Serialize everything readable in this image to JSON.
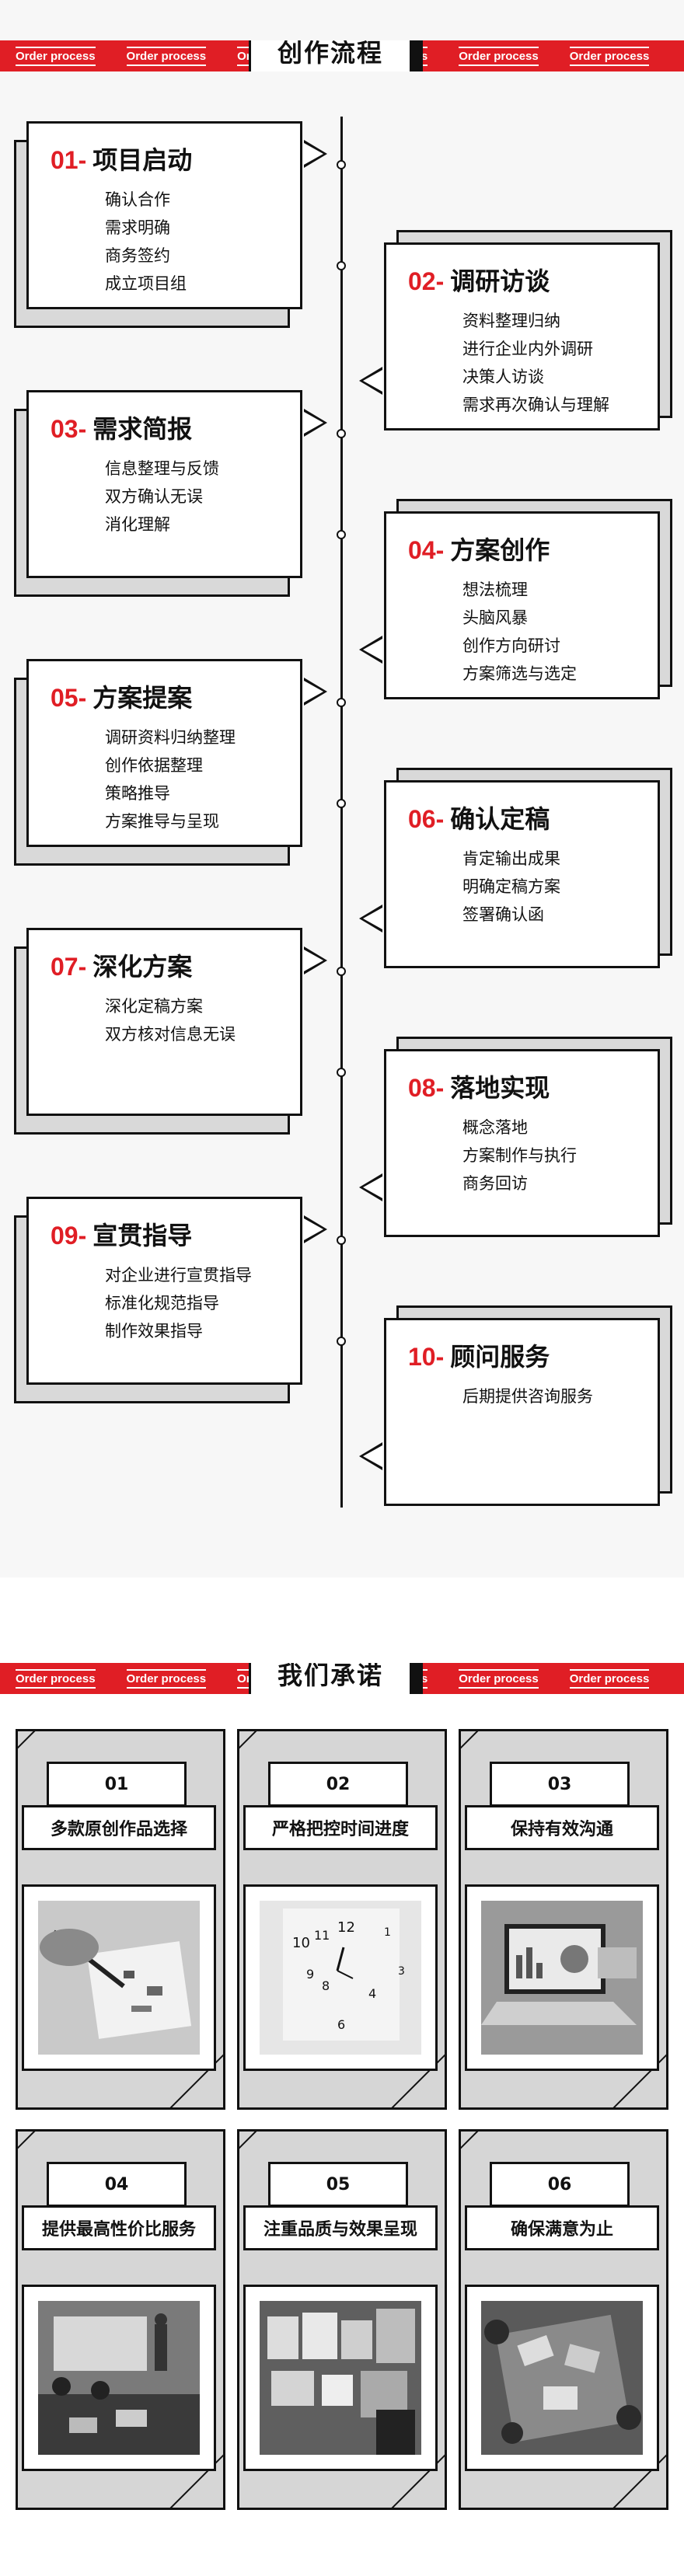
{
  "section1": {
    "banner_label": "Order process",
    "title": "创作流程",
    "steps": [
      {
        "num": "01-",
        "title": "项目启动",
        "items": [
          "确认合作",
          "需求明确",
          "商务签约",
          "成立项目组"
        ]
      },
      {
        "num": "02-",
        "title": "调研访谈",
        "items": [
          "资料整理归纳",
          "进行企业内外调研",
          "决策人访谈",
          "需求再次确认与理解"
        ]
      },
      {
        "num": "03-",
        "title": "需求简报",
        "items": [
          "信息整理与反馈",
          "双方确认无误",
          "消化理解"
        ]
      },
      {
        "num": "04-",
        "title": "方案创作",
        "items": [
          "想法梳理",
          "头脑风暴",
          "创作方向研讨",
          "方案筛选与选定"
        ]
      },
      {
        "num": "05-",
        "title": "方案提案",
        "items": [
          "调研资料归纳整理",
          "创作依据整理",
          "策略推导",
          "方案推导与呈现"
        ]
      },
      {
        "num": "06-",
        "title": "确认定稿",
        "items": [
          "肯定输出成果",
          "明确定稿方案",
          "签署确认函"
        ]
      },
      {
        "num": "07-",
        "title": "深化方案",
        "items": [
          "深化定稿方案",
          "双方核对信息无误"
        ]
      },
      {
        "num": "08-",
        "title": "落地实现",
        "items": [
          "概念落地",
          "方案制作与执行",
          "商务回访"
        ]
      },
      {
        "num": "09-",
        "title": "宣贯指导",
        "items": [
          "对企业进行宣贯指导",
          "标准化规范指导",
          "制作效果指导"
        ]
      },
      {
        "num": "10-",
        "title": "顾问服务",
        "items": [
          "后期提供咨询服务"
        ]
      }
    ]
  },
  "section2": {
    "banner_label": "Order process",
    "title": "我们承诺",
    "promises": [
      {
        "num": "01",
        "label": "多款原创作品选择",
        "photo": "hand-drawing-sketch-photo"
      },
      {
        "num": "02",
        "label": "严格把控时间进度",
        "photo": "wall-clock-photo"
      },
      {
        "num": "03",
        "label": "保持有效沟通",
        "photo": "laptop-charts-photo"
      },
      {
        "num": "04",
        "label": "提供最高性价比服务",
        "photo": "meeting-presentation-photo"
      },
      {
        "num": "05",
        "label": "注重品质与效果呈现",
        "photo": "design-boards-photo"
      },
      {
        "num": "06",
        "label": "确保满意为止",
        "photo": "team-desk-laptops-photo"
      }
    ]
  }
}
